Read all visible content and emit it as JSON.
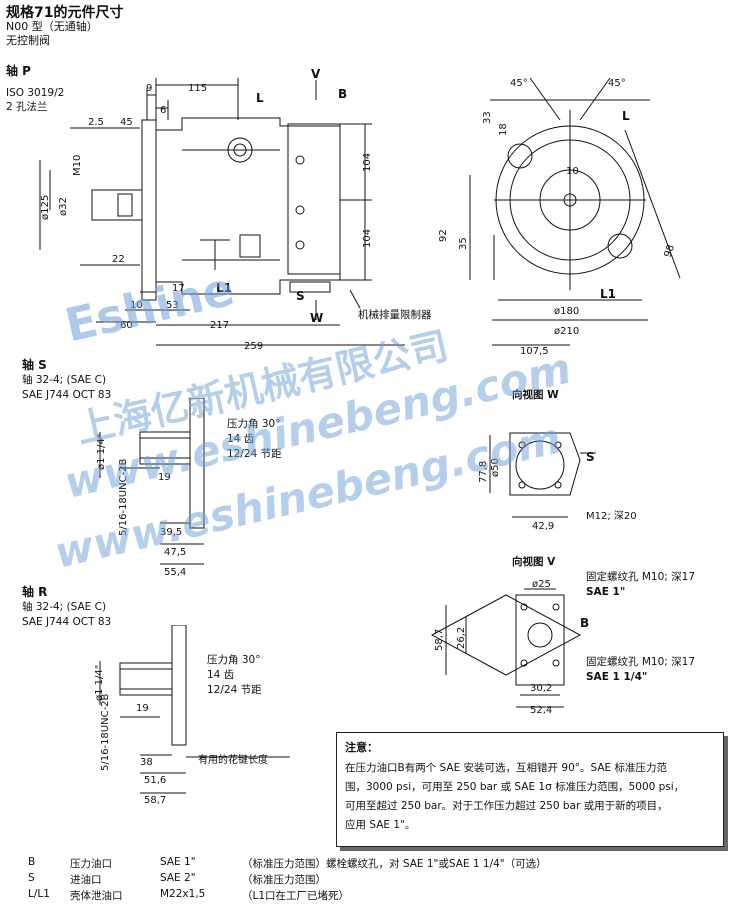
{
  "header": {
    "title": "规格71的元件尺寸",
    "model": "N00 型（无通轴）",
    "control": "无控制阀"
  },
  "shaft_p": {
    "label": "轴 P",
    "flange_std": "ISO 3019/2",
    "flange_type": "2 孔法兰",
    "dims": [
      "9",
      "115",
      "6",
      "2.5",
      "45",
      "M10",
      "ø125",
      "ø32",
      "22",
      "17",
      "10",
      "53",
      "60",
      "217",
      "259",
      "104",
      "104"
    ],
    "port_labels": [
      "L",
      "V",
      "B",
      "L1",
      "S",
      "W"
    ],
    "limiter": "机械排量限制器"
  },
  "front_view": {
    "angles": [
      "45°",
      "45°"
    ],
    "dims": [
      "33",
      "18",
      "10",
      "92",
      "35",
      "98",
      "ø180",
      "ø210",
      "107,5"
    ],
    "labels": [
      "L",
      "L1"
    ]
  },
  "shaft_s": {
    "label": "轴 S",
    "spec1": "轴 32-4; (SAE C)",
    "spec2": "SAE J744 OCT 83",
    "pressure_angle": "压力角 30°",
    "teeth": "14 齿",
    "pitch": "12/24 节距",
    "dims": [
      "ø1 1/4\"",
      "5/16-18UNC-2B",
      "19",
      "39,5",
      "47,5",
      "55,4"
    ]
  },
  "view_w": {
    "label": "向视图 W",
    "dims": [
      "77,8",
      "ø50",
      "42,9"
    ],
    "port": "S",
    "thread": "M12; 深20"
  },
  "shaft_r": {
    "label": "轴 R",
    "spec1": "轴 32-4; (SAE C)",
    "spec2": "SAE J744 OCT 83",
    "pressure_angle": "压力角 30°",
    "teeth": "14 齿",
    "pitch": "12/24 节距",
    "dims": [
      "ø1 1/4\"",
      "5/16-18UNC-2B",
      "19",
      "38",
      "51,6",
      "58,7"
    ],
    "spline_len": "有用的花键长度"
  },
  "view_v": {
    "label": "向视图 V",
    "dims": [
      "ø25",
      "58,7",
      "26,2",
      "30,2",
      "52,4"
    ],
    "hole1": "固定螺纹孔 M10; 深17",
    "sae1": "SAE 1\"",
    "port": "B",
    "hole2": "固定螺纹孔 M10; 深17",
    "sae2": "SAE 1 1/4\""
  },
  "note": {
    "title": "注意：",
    "lines": [
      "在压力油口B有两个 SAE 安装可选，互相错开 90°。SAE 标准压力范",
      "围，3000 psi，可用至 250 bar 或 SAE 1σ 标准压力范围，5000 psi，",
      "可用至超过 250 bar。对于工作压力超过 250 bar 或用于新的项目，",
      "应用 SAE 1\"。"
    ]
  },
  "legend": [
    {
      "code": "B",
      "name": "压力油口",
      "size": "SAE 1\"",
      "desc": "（标准压力范围）螺栓螺纹孔，对 SAE 1\"或SAE 1 1/4\"（可选）"
    },
    {
      "code": "S",
      "name": "进油口",
      "size": "SAE 2\"",
      "desc": "（标准压力范围）"
    },
    {
      "code": "L/L1",
      "name": "壳体泄油口",
      "size": "M22x1,5",
      "desc": "（L1口在工厂已堵死）"
    }
  ],
  "watermark": {
    "brand": "Eshine",
    "company": "上海亿新机械有限公司",
    "url1": "www.eshinebeng.com",
    "url2": "www.eshinebeng.com"
  }
}
